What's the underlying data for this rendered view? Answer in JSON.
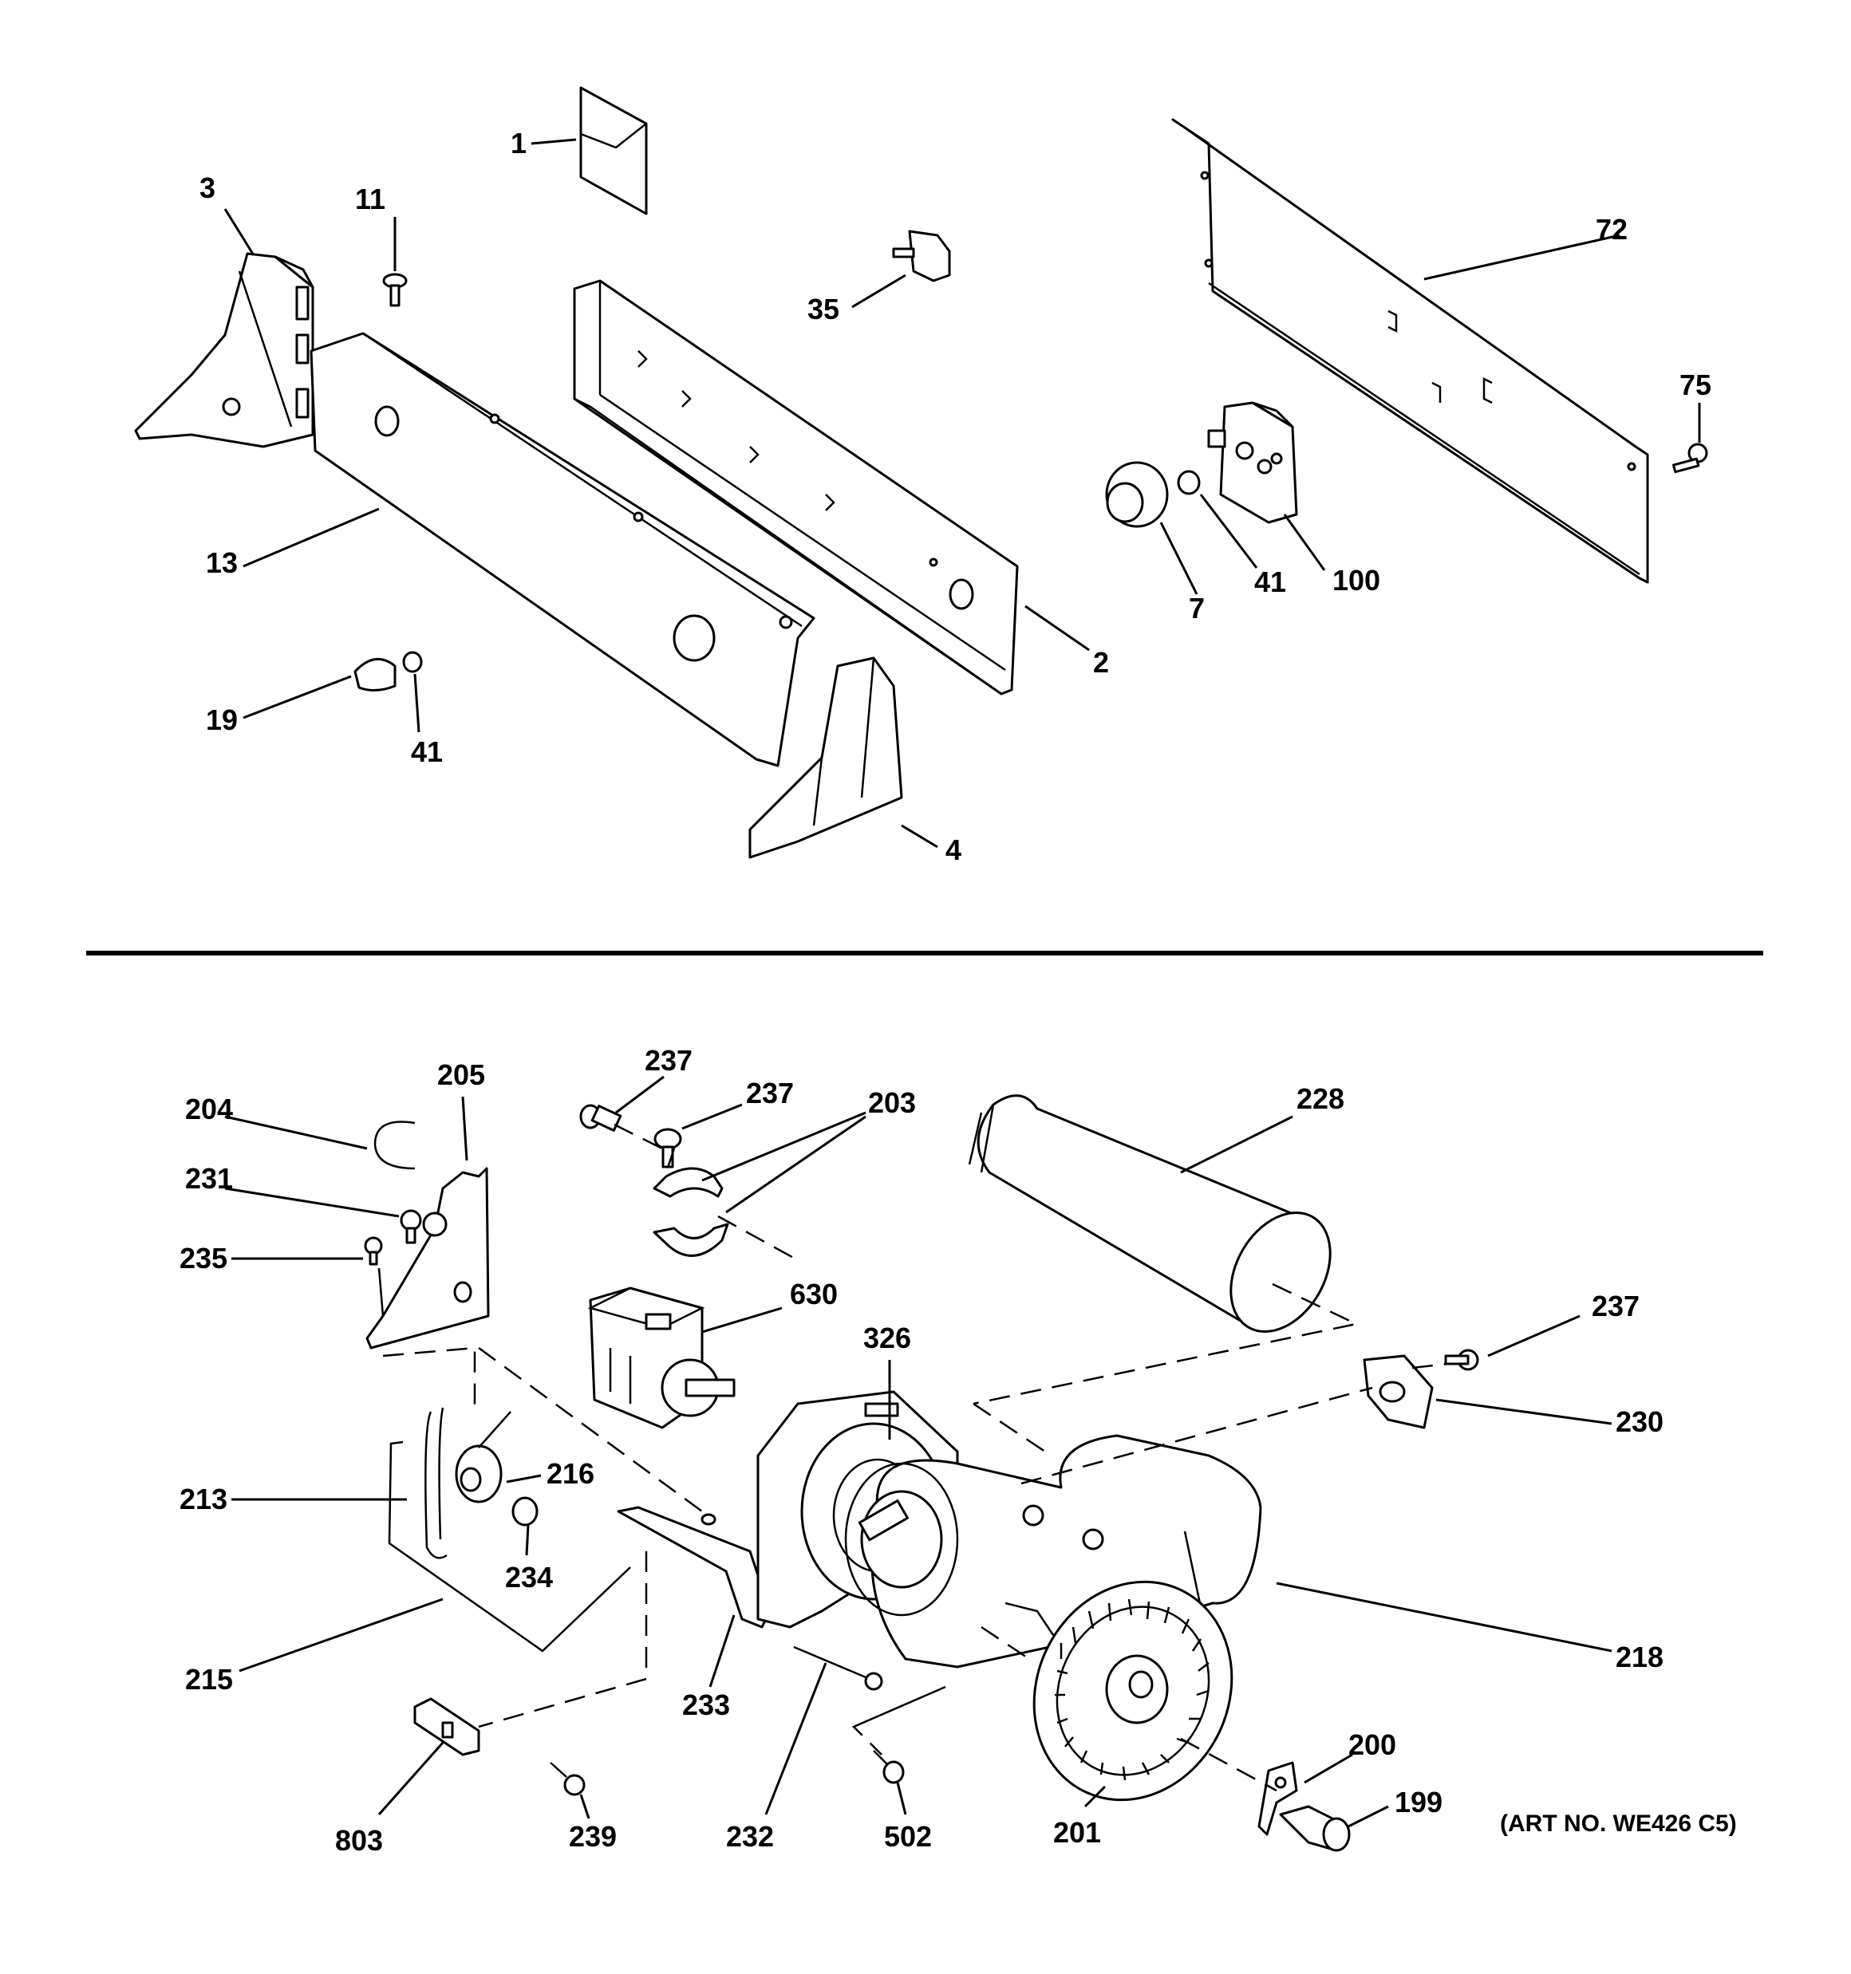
{
  "callouts": {
    "c1": "1",
    "c3": "3",
    "c11": "11",
    "c72": "72",
    "c35": "35",
    "c75": "75",
    "c13": "13",
    "c41a": "41",
    "c100": "100",
    "c7": "7",
    "c2": "2",
    "c19": "19",
    "c41b": "41",
    "c4": "4",
    "c237a": "237",
    "c237b": "237",
    "c203": "203",
    "c205": "205",
    "c204": "204",
    "c228": "228",
    "c231": "231",
    "c235": "235",
    "c630": "630",
    "c237c": "237",
    "c326": "326",
    "c230": "230",
    "c216": "216",
    "c213": "213",
    "c234": "234",
    "c218": "218",
    "c215": "215",
    "c233": "233",
    "c200": "200",
    "c199": "199",
    "c803": "803",
    "c239": "239",
    "c232": "232",
    "c502": "502",
    "c201": "201"
  },
  "art_number": "(ART NO. WE426 C5)"
}
